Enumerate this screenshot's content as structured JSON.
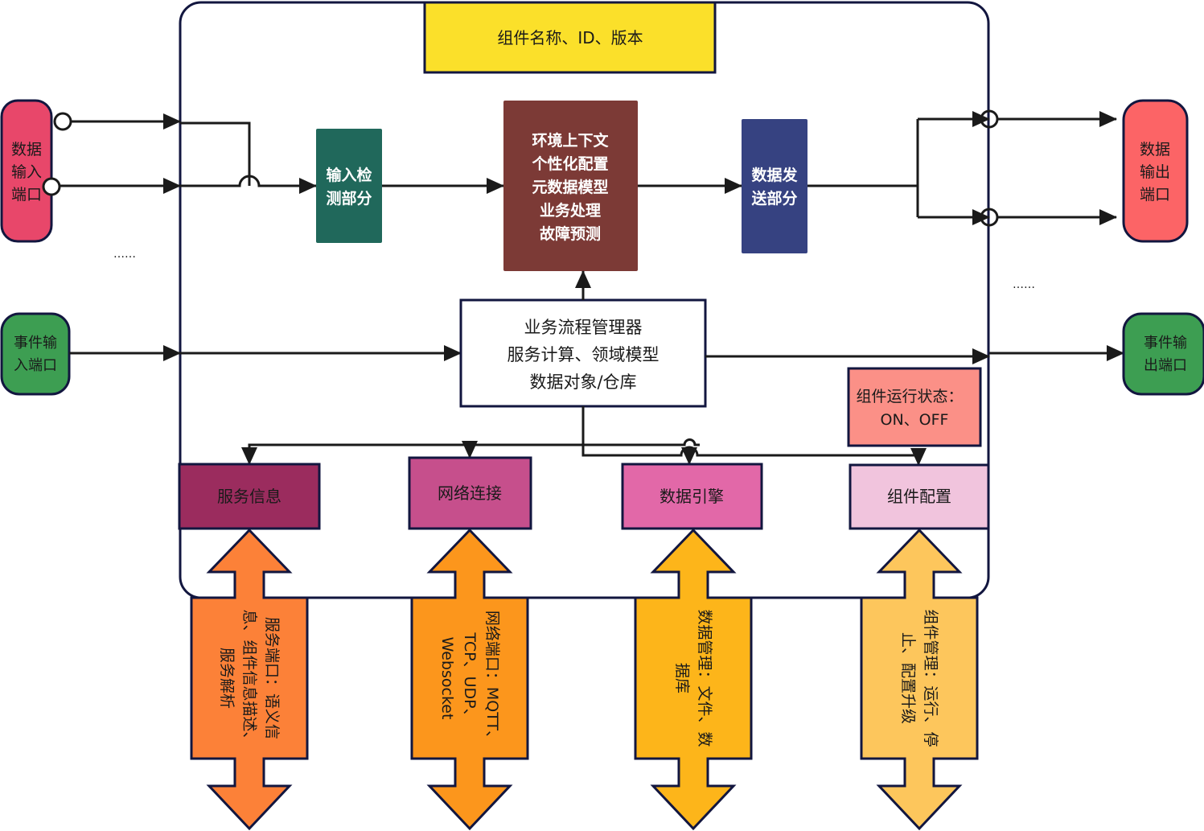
{
  "title": "组件名称、ID、版本",
  "colors": {
    "container_border": "#12163f",
    "title_box": "#fbe02a",
    "data_input_port": "#e8476a",
    "data_output_port": "#fc6466",
    "event_port": "#3d9e52",
    "input_check": "#20685b",
    "context_box": "#7c3a36",
    "data_send": "#364281",
    "status_box": "#fb9087",
    "service_info": "#9b2c5e",
    "network": "#c64f8c",
    "data_engine": "#e268a8",
    "component_config": "#f1c4dd",
    "arrow_service": "#fc8138",
    "arrow_network": "#fc961c",
    "arrow_data": "#fdb51a",
    "arrow_config": "#fdc65c"
  },
  "ports": {
    "data_input": [
      "数据",
      "输入",
      "端口"
    ],
    "data_output": [
      "数据",
      "输出",
      "端口"
    ],
    "event_input": [
      "事件输",
      "入端口"
    ],
    "event_output": [
      "事件输",
      "出端口"
    ],
    "ellipsis_left": "……",
    "ellipsis_right": "……"
  },
  "blocks": {
    "input_check": [
      "输入检",
      "测部分"
    ],
    "context": [
      "环境上下文",
      "个性化配置",
      "元数据模型",
      "业务处理",
      "故障预测"
    ],
    "data_send": [
      "数据发",
      "送部分"
    ],
    "manager": [
      "业务流程管理器",
      "服务计算、领域模型",
      "数据对象/仓库"
    ],
    "status": [
      "组件运行状态：",
      "ON、OFF"
    ]
  },
  "modules": [
    {
      "label": "服务信息",
      "arrow_text": [
        "服务端口：语义信",
        "息、组件信息描述、",
        "服务解析"
      ]
    },
    {
      "label": "网络连接",
      "arrow_text": [
        "网络端口：MQTT、",
        "TCP、UDP、",
        "Websocket"
      ]
    },
    {
      "label": "数据引擎",
      "arrow_text": [
        "数据管理：文件、数",
        "据库"
      ]
    },
    {
      "label": "组件配置",
      "arrow_text": [
        "组件管理：运行、停",
        "止、配置升级"
      ]
    }
  ]
}
